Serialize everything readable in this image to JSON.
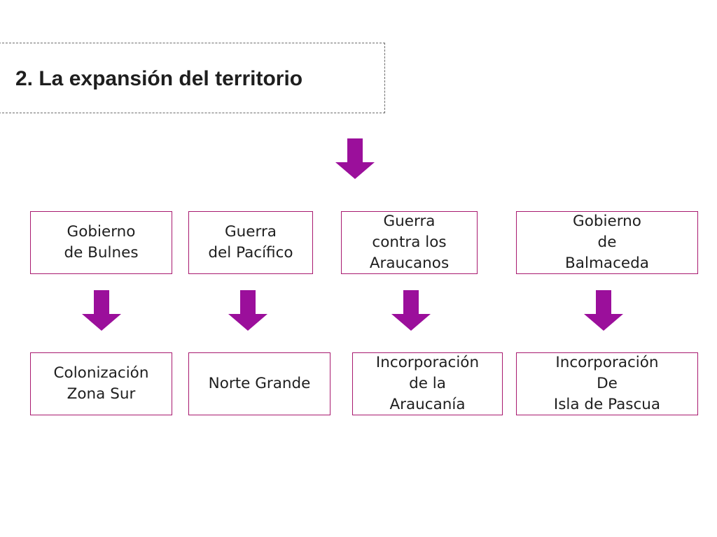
{
  "title": "2. La expansión del territorio",
  "colors": {
    "arrow": "#9b0f9b",
    "box_border": "#a8196f",
    "title_border": "#6b6b6b"
  },
  "top_row": [
    "Gobierno\nde Bulnes",
    "Guerra\ndel Pacífico",
    "Guerra\ncontra los\nAraucanos",
    "Gobierno\nde\nBalmaceda"
  ],
  "bottom_row": [
    "Colonización\nZona Sur",
    "Norte Grande",
    "Incorporación\nde la\nAraucanía",
    "Incorporación\nDe\nIsla de Pascua"
  ],
  "arrow_icon": "down-arrow-icon"
}
